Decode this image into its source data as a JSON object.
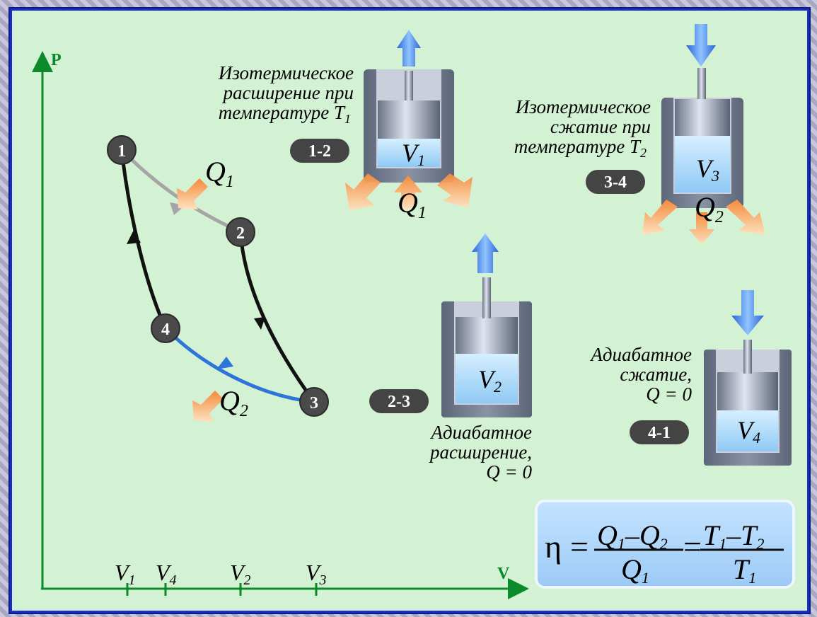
{
  "colors": {
    "background": "#d3f2d3",
    "border": "#1b2ec4",
    "axis": "#0c8a2a",
    "isotherm_hot": "#a5a5a5",
    "isotherm_cold": "#2f74d8",
    "adiabat": "#111111",
    "node": "#4a4a4a",
    "heat_arrow": "#f7a15a",
    "piston_arrow": "#3d7fe6",
    "formula_box": "#a9d4fb"
  },
  "axes": {
    "p_label": "P",
    "v_label": "V"
  },
  "ticks": [
    {
      "main": "V",
      "sub": "1"
    },
    {
      "main": "V",
      "sub": "4"
    },
    {
      "main": "V",
      "sub": "2"
    },
    {
      "main": "V",
      "sub": "3"
    }
  ],
  "points": [
    "1",
    "2",
    "3",
    "4"
  ],
  "heat_labels": {
    "q1": {
      "main": "Q",
      "sub": "1"
    },
    "q2": {
      "main": "Q",
      "sub": "2"
    }
  },
  "processes": {
    "p12": {
      "badge": "1-2",
      "line1": "Изотермическое",
      "line2": "расширение при",
      "line3": "температуре T",
      "line3_sub": "1",
      "volume": {
        "main": "V",
        "sub": "1"
      },
      "heat": {
        "main": "Q",
        "sub": "1"
      }
    },
    "p34": {
      "badge": "3-4",
      "line1": "Изотермическое",
      "line2": "сжатие при",
      "line3": "температуре T",
      "line3_sub": "2",
      "volume": {
        "main": "V",
        "sub": "3"
      },
      "heat": {
        "main": "Q",
        "sub": "2"
      }
    },
    "p23": {
      "badge": "2-3",
      "line1": "Адиабатное",
      "line2": "расширение,",
      "line3": "Q = 0",
      "volume": {
        "main": "V",
        "sub": "2"
      }
    },
    "p41": {
      "badge": "4-1",
      "line1": "Адиабатное",
      "line2": "сжатие,",
      "line3": "Q = 0",
      "volume": {
        "main": "V",
        "sub": "4"
      }
    }
  },
  "formula": {
    "eta": "η",
    "eq": "=",
    "num1_a": "Q",
    "num1_a_sub": "1",
    "num1_op": "–",
    "num1_b": "Q",
    "num1_b_sub": "2",
    "den1": "Q",
    "den1_sub": "1",
    "num2_a": "T",
    "num2_a_sub": "1",
    "num2_op": "–",
    "num2_b": "T",
    "num2_b_sub": "2",
    "den2": "T",
    "den2_sub": "1"
  }
}
